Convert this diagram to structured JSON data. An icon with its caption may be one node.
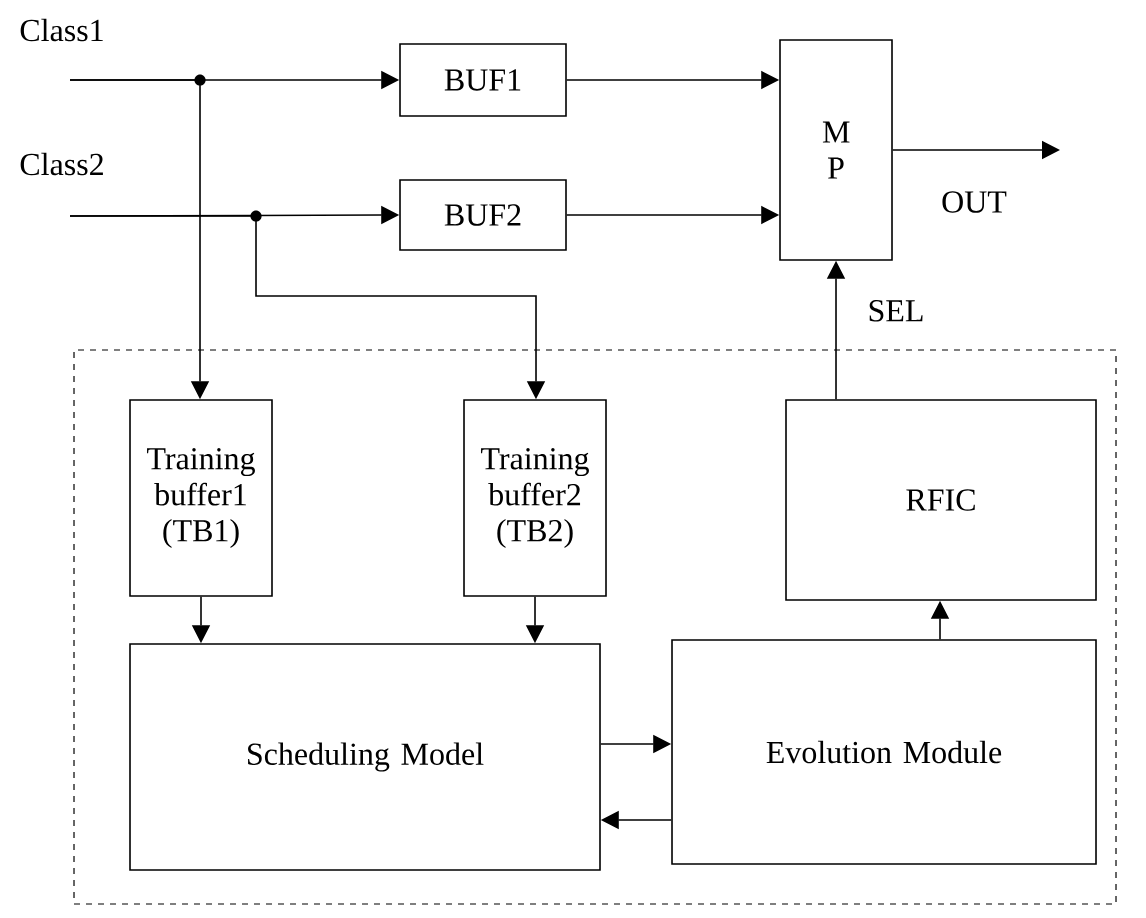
{
  "diagram": {
    "nodes": [
      {
        "text": [
          "Class1"
        ]
      },
      {
        "text": [
          "Class2"
        ]
      },
      {
        "text": [
          "BUF1"
        ]
      },
      {
        "text": [
          "BUF2"
        ]
      },
      {
        "text": [
          "M P"
        ]
      },
      {
        "text": [
          "OUT"
        ]
      },
      {
        "text": [],
        "shape": "box"
      },
      {
        "text": [
          "Training buffer1 (TB1)"
        ],
        "in": 6
      },
      {
        "text": [
          "Training buffer2 (TB2)"
        ],
        "in": 6
      },
      {
        "text": [
          "RFIC"
        ],
        "in": 6
      },
      {
        "text": [
          "Scheduling Model"
        ],
        "in": 6
      },
      {
        "text": [
          "Evolution Module"
        ],
        "in": 6
      }
    ],
    "edges": [
      {
        "from": 0,
        "to": 2,
        "arrow": "to"
      },
      {
        "from": 0,
        "to": 7,
        "arrow": "to"
      },
      {
        "from": 1,
        "to": 3,
        "arrow": "to"
      },
      {
        "from": 1,
        "to": 8,
        "arrow": "to"
      },
      {
        "from": 2,
        "to": 4,
        "arrow": "to"
      },
      {
        "from": 3,
        "to": 4,
        "arrow": "to"
      },
      {
        "from": 4,
        "to": 5,
        "arrow": "to"
      },
      {
        "from": 9,
        "to": 4,
        "arrow": "to",
        "label": "SEL"
      },
      {
        "from": 7,
        "to": 10,
        "arrow": "to"
      },
      {
        "from": 8,
        "to": 10,
        "arrow": "to"
      },
      {
        "from": 10,
        "to": 11,
        "arrow": "to"
      },
      {
        "from": 11,
        "to": 10,
        "arrow": "to"
      },
      {
        "from": 11,
        "to": 9,
        "arrow": "to"
      }
    ]
  }
}
